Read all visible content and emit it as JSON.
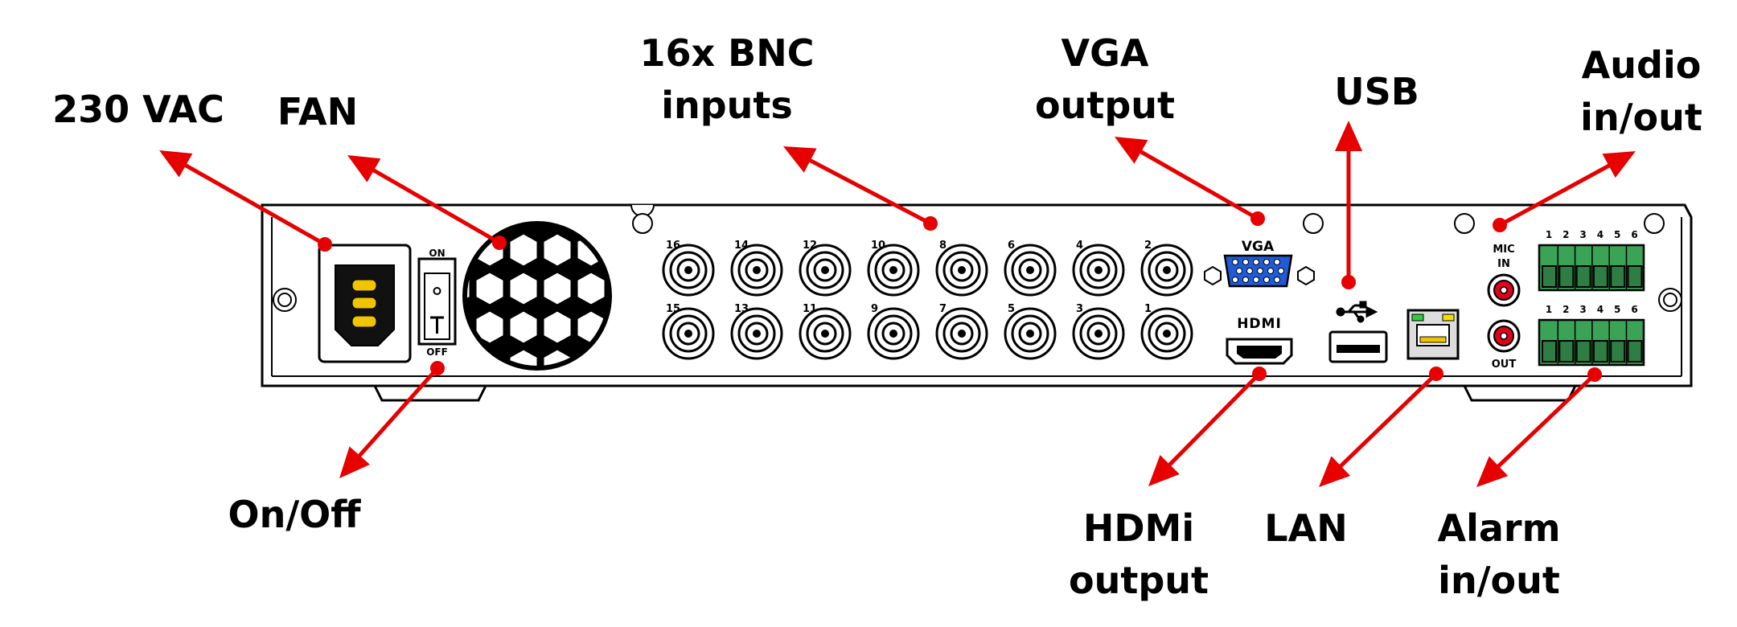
{
  "callouts": {
    "ac": "230 VAC",
    "fan": "FAN",
    "bnc_1": "16x BNC",
    "bnc_2": "inputs",
    "vga_1": "VGA",
    "vga_2": "output",
    "usb": "USB",
    "audio_1": "Audio",
    "audio_2": "in/out",
    "onoff": "On/Off",
    "hdmi_1": "HDMi",
    "hdmi_2": "output",
    "lan": "LAN",
    "alarm_1": "Alarm",
    "alarm_2": "in/out"
  },
  "panel": {
    "switch_on": "ON",
    "switch_off": "OFF",
    "vga_label": "VGA",
    "hdmi_label": "HDMI",
    "mic_1": "MIC",
    "mic_2": "IN",
    "out_label": "OUT",
    "bnc_top": [
      "16",
      "14",
      "12",
      "10",
      "8",
      "6",
      "4",
      "2"
    ],
    "bnc_bottom": [
      "15",
      "13",
      "11",
      "9",
      "7",
      "5",
      "3",
      "1"
    ],
    "alarm_top": [
      "1",
      "2",
      "3",
      "4",
      "5",
      "6"
    ],
    "alarm_bottom": [
      "1",
      "2",
      "3",
      "4",
      "5",
      "6"
    ]
  },
  "colors": {
    "arrow": "#e60000",
    "vga_port": "#1f5bd6",
    "terminal": "#3aa356",
    "rca": "#e0001a",
    "lan_led_left": "#2ecc40",
    "lan_led_right": "#f1e000"
  }
}
